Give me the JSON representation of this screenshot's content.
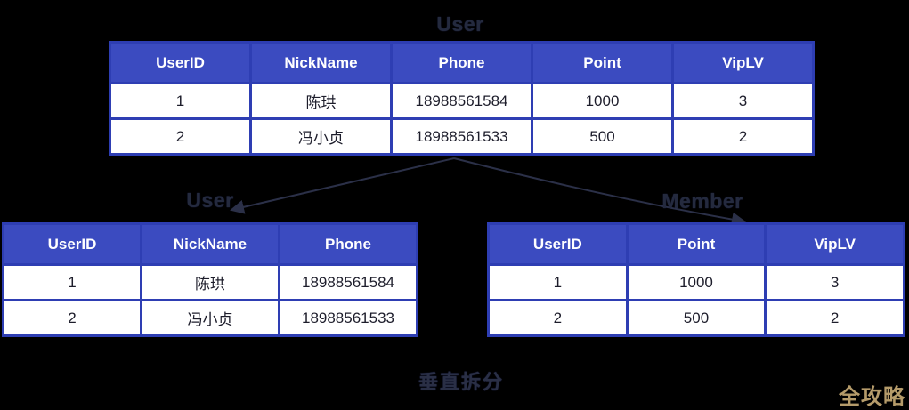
{
  "diagram": {
    "background_color": "#000000",
    "header_bg_color": "#3b4bc0",
    "border_color": "#2e3eb3",
    "title_color": "#242a3e",
    "arrow_color": "#2b3048",
    "watermark_color": "#b59b6a",
    "split_label": "垂直拆分",
    "watermark": "全攻略",
    "tables": [
      {
        "title": "User",
        "headers": [
          "UserID",
          "NickName",
          "Phone",
          "Point",
          "VipLV"
        ],
        "rows": [
          [
            "1",
            "陈珙",
            "18988561584",
            "1000",
            "3"
          ],
          [
            "2",
            "冯小贞",
            "18988561533",
            "500",
            "2"
          ]
        ]
      },
      {
        "title": "User",
        "headers": [
          "UserID",
          "NickName",
          "Phone"
        ],
        "rows": [
          [
            "1",
            "陈珙",
            "18988561584"
          ],
          [
            "2",
            "冯小贞",
            "18988561533"
          ]
        ]
      },
      {
        "title": "Member",
        "headers": [
          "UserID",
          "Point",
          "VipLV"
        ],
        "rows": [
          [
            "1",
            "1000",
            "3"
          ],
          [
            "2",
            "500",
            "2"
          ]
        ]
      }
    ]
  }
}
